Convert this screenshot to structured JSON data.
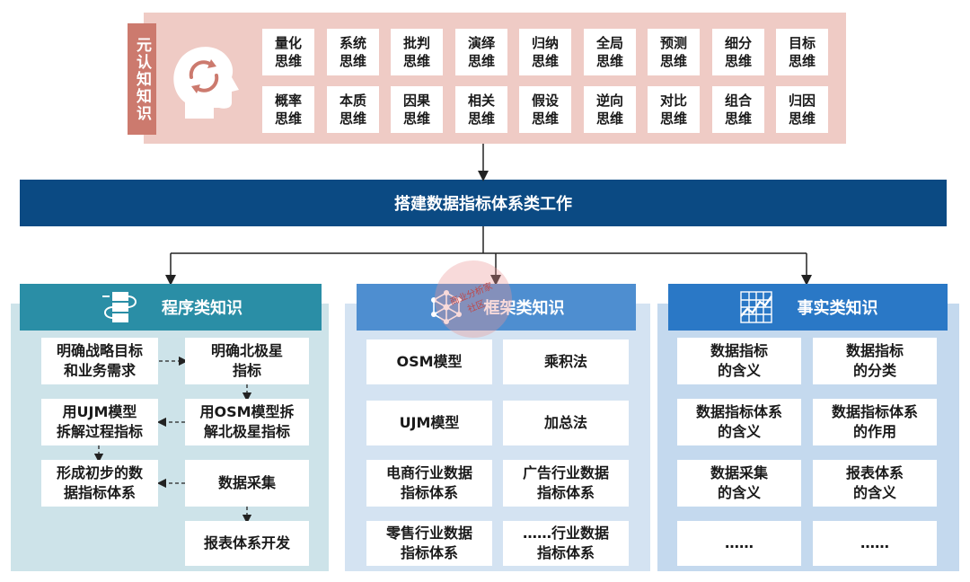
{
  "meta": {
    "side_label": "元认知知识",
    "items_row1": [
      "量化\n思维",
      "系统\n思维",
      "批判\n思维",
      "演绎\n思维",
      "归纳\n思维",
      "全局\n思维",
      "预测\n思维",
      "细分\n思维",
      "目标\n思维"
    ],
    "items_row2": [
      "概率\n思维",
      "本质\n思维",
      "因果\n思维",
      "相关\n思维",
      "假设\n思维",
      "逆向\n思维",
      "对比\n思维",
      "组合\n思维",
      "归因\n思维"
    ]
  },
  "main_bar": "搭建数据指标体系类工作",
  "columns": {
    "procedural": {
      "title": "程序类知识",
      "steps": [
        "明确战略目标\n和业务需求",
        "明确北极星\n指标",
        "用OSM模型拆\n解北极星指标",
        "用UJM模型\n拆解过程指标",
        "数据采集",
        "形成初步的数\n据指标体系",
        "报表体系开发"
      ]
    },
    "framework": {
      "title": "框架类知识",
      "items": [
        "OSM模型",
        "乘积法",
        "UJM模型",
        "加总法",
        "电商行业数据\n指标体系",
        "广告行业数据\n指标体系",
        "零售行业数据\n指标体系",
        "……行业数据\n指标体系"
      ]
    },
    "fact": {
      "title": "事实类知识",
      "items": [
        "数据指标\n的含义",
        "数据指标\n的分类",
        "数据指标体系\n的含义",
        "数据指标体系\n的作用",
        "数据采集\n的含义",
        "报表体系\n的含义",
        "……",
        "……"
      ]
    }
  },
  "stamp": "商业分析家\n社区",
  "colors": {
    "meta_panel": "#efcbc5",
    "meta_side": "#cc7a6e",
    "main_bar": "#0b4a83",
    "procedural_header": "#2a8ea6",
    "framework_header": "#4e8ed0",
    "fact_header": "#2a78c6"
  }
}
